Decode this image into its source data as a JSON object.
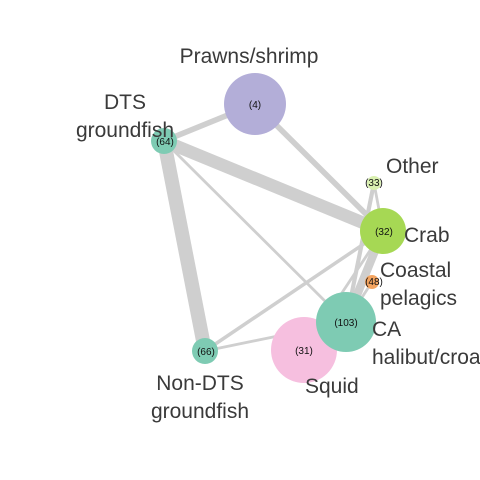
{
  "colors": {
    "edge": "#cfcfcf",
    "label": "#3a3a3a",
    "count": "#111111"
  },
  "nodes": [
    {
      "id": "prawns-shrimp",
      "label_lines": [
        "Prawns/shrimp"
      ],
      "count": "(4)",
      "color": "#b3aed8"
    },
    {
      "id": "dts-groundfish",
      "label_lines": [
        "DTS",
        "groundfish"
      ],
      "count": "(64)",
      "color": "#7ecbb3"
    },
    {
      "id": "other",
      "label_lines": [
        "Other"
      ],
      "count": "(33)",
      "color": "#d9f0b0"
    },
    {
      "id": "crab",
      "label_lines": [
        "Crab"
      ],
      "count": "(32)",
      "color": "#a6d854"
    },
    {
      "id": "coastal-pelagics",
      "label_lines": [
        "Coastal",
        "pelagics"
      ],
      "count": "(48)",
      "color": "#f4a460"
    },
    {
      "id": "ca-halibut-croaker",
      "label_lines": [
        "CA",
        "halibut/croaker"
      ],
      "count": "(103)",
      "color": "#7ecbb3"
    },
    {
      "id": "squid",
      "label_lines": [
        "Squid"
      ],
      "count": "(31)",
      "color": "#f6bfdf"
    },
    {
      "id": "non-dts-groundfish",
      "label_lines": [
        "Non-DTS",
        "groundfish"
      ],
      "count": "(66)",
      "color": "#7ecbb3"
    }
  ],
  "edges": [
    {
      "from": "dts-groundfish",
      "to": "non-dts-groundfish",
      "weight": 10
    },
    {
      "from": "dts-groundfish",
      "to": "crab",
      "weight": 9
    },
    {
      "from": "dts-groundfish",
      "to": "prawns-shrimp",
      "weight": 4
    },
    {
      "from": "dts-groundfish",
      "to": "ca-halibut-croaker",
      "weight": 2
    },
    {
      "from": "prawns-shrimp",
      "to": "crab",
      "weight": 4
    },
    {
      "from": "non-dts-groundfish",
      "to": "crab",
      "weight": 2.5
    },
    {
      "from": "non-dts-groundfish",
      "to": "ca-halibut-croaker",
      "weight": 2
    },
    {
      "from": "crab",
      "to": "ca-halibut-croaker",
      "weight": 6
    },
    {
      "from": "other",
      "to": "ca-halibut-croaker",
      "weight": 3
    },
    {
      "from": "crab",
      "to": "squid",
      "weight": 2
    },
    {
      "from": "crab",
      "to": "other",
      "weight": 2
    },
    {
      "from": "coastal-pelagics",
      "to": "ca-halibut-croaker",
      "weight": 2
    }
  ]
}
